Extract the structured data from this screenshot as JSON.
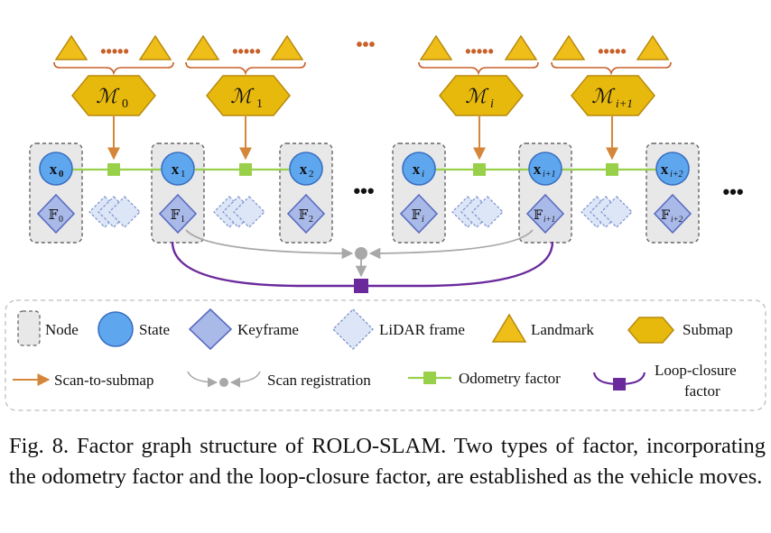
{
  "submaps": [
    {
      "sym": "ℳ",
      "sub": "0"
    },
    {
      "sym": "ℳ",
      "sub": "1"
    },
    {
      "sym": "ℳ",
      "sub": "i"
    },
    {
      "sym": "ℳ",
      "sub": "i+1"
    }
  ],
  "states": [
    {
      "sym": "x",
      "sub": "0"
    },
    {
      "sym": "x",
      "sub": "1"
    },
    {
      "sym": "x",
      "sub": "2"
    },
    {
      "sym": "x",
      "sub": "i"
    },
    {
      "sym": "x",
      "sub": "i+1"
    },
    {
      "sym": "x",
      "sub": "i+2"
    }
  ],
  "keyframes": [
    {
      "sym": "𝔽",
      "sub": "0"
    },
    {
      "sym": "𝔽",
      "sub": "1"
    },
    {
      "sym": "𝔽",
      "sub": "2"
    },
    {
      "sym": "𝔽",
      "sub": "i"
    },
    {
      "sym": "𝔽",
      "sub": "i+1"
    },
    {
      "sym": "𝔽",
      "sub": "i+2"
    }
  ],
  "ellipsis": "•••",
  "landmark_dots": "•••••",
  "legend": {
    "node": "Node",
    "state": "State",
    "keyframe": "Keyframe",
    "lidar_frame": "LiDAR frame",
    "landmark": "Landmark",
    "submap": "Submap",
    "scan_to_submap": "Scan-to-submap",
    "scan_registration": "Scan registration",
    "odometry_factor": "Odometry factor",
    "loop_closure_line1": "Loop-closure",
    "loop_closure_line2": "factor"
  },
  "caption": "Fig. 8. Factor graph structure of ROLO-SLAM. Two types of factor, incorporating the odometry factor and the loop-closure factor, are established as the vehicle moves.",
  "colors": {
    "landmark_fill": "#f0be19",
    "landmark_stroke": "#b88a0a",
    "submap_fill": "#e8b90d",
    "state_fill": "#5ea7ef",
    "state_stroke": "#3a6fc0",
    "keyframe_fill": "#a9b9e8",
    "keyframe_stroke": "#5a6cc0",
    "lidar_fill": "#dde6f7",
    "node_fill": "#e8e8e8",
    "scan_to_submap": "#d4873a",
    "scan_registration": "#a8a8a8",
    "odometry": "#99d04a",
    "loop_closure": "#6a2a9c"
  }
}
